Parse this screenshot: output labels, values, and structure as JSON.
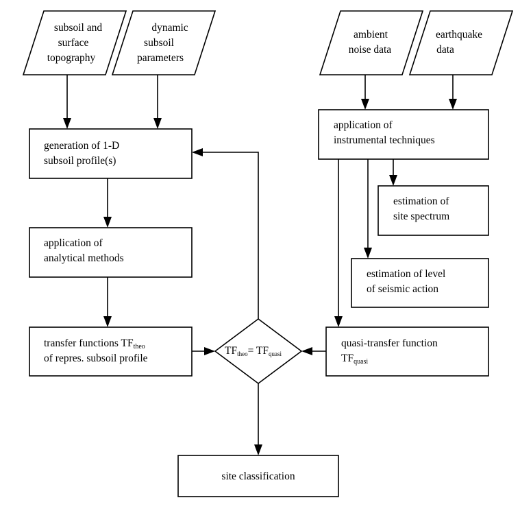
{
  "nodes": {
    "in_subsoil": {
      "lines": [
        "subsoil and",
        "surface",
        "topography"
      ]
    },
    "in_dynamic": {
      "lines": [
        "dynamic",
        "subsoil",
        "parameters"
      ]
    },
    "in_ambient": {
      "lines": [
        "ambient",
        "noise data"
      ]
    },
    "in_earthquake": {
      "lines": [
        "earthquake",
        "data"
      ]
    },
    "gen_profile": {
      "lines": [
        "generation of 1-D",
        "subsoil profile(s)"
      ]
    },
    "analytical": {
      "lines": [
        "application of",
        "analytical methods"
      ]
    },
    "transfer_theo": {
      "line1": "transfer functions TF",
      "line1_sub": "theo",
      "line2": "of repres. subsoil profile"
    },
    "instrumental": {
      "lines": [
        "application of",
        "instrumental techniques"
      ]
    },
    "site_spectrum": {
      "lines": [
        "estimation of",
        "site spectrum"
      ]
    },
    "seismic_action": {
      "lines": [
        "estimation of level",
        "of seismic action"
      ]
    },
    "quasi_transfer": {
      "line1": "quasi-transfer function",
      "line2": "TF",
      "line2_sub": "quasi"
    },
    "decision": {
      "left": "TF",
      "left_sub": "theo",
      "eq": "= TF",
      "right_sub": "quasi"
    },
    "site_class": {
      "lines": [
        "site classification"
      ]
    }
  }
}
